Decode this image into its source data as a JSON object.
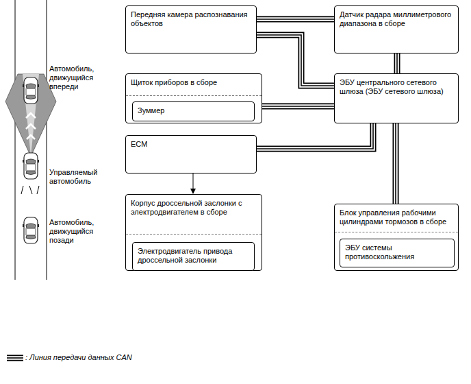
{
  "diagram": {
    "nodes": [
      {
        "text": [
          "Передняя камера распознавания объектов"
        ]
      },
      {
        "text": [
          "Датчик радара миллиметрового диапазона в сборе"
        ]
      },
      {
        "text": [
          "Щиток приборов в сборе"
        ]
      },
      {
        "text": [
          "Зуммер"
        ],
        "in": 2
      },
      {
        "text": [
          "ЭБУ центрального сетевого шлюза (ЭБУ сетевого шлюза)"
        ]
      },
      {
        "text": [
          "ECM"
        ]
      },
      {
        "text": [
          "Корпус дроссельной заслонки с электродвигателем в сборе"
        ]
      },
      {
        "text": [
          "Электродвигатель привода дроссельной заслонки"
        ],
        "in": 6
      },
      {
        "text": [
          "Блок управления рабочими цилиндрами тормозов в сборе"
        ]
      },
      {
        "text": [
          "ЭБУ системы противоскольжения"
        ],
        "in": 8
      }
    ],
    "edges": [
      {
        "from": 0,
        "to": 1,
        "arrow": "none"
      },
      {
        "from": 0,
        "to": 4,
        "arrow": "none"
      },
      {
        "from": 2,
        "to": 4,
        "arrow": "none"
      },
      {
        "from": 1,
        "to": 4,
        "arrow": "none"
      },
      {
        "from": 5,
        "to": 4,
        "arrow": "none"
      },
      {
        "from": 4,
        "to": 8,
        "arrow": "none"
      },
      {
        "from": 5,
        "to": 6,
        "arrow": "to"
      }
    ],
    "labels": [
      "Автомобиль, движущийся впереди",
      "Управляемый автомобиль",
      "Автомобиль, движущийся позади"
    ],
    "legend": [
      {
        "text": ": Линия передачи данных CAN"
      }
    ]
  }
}
